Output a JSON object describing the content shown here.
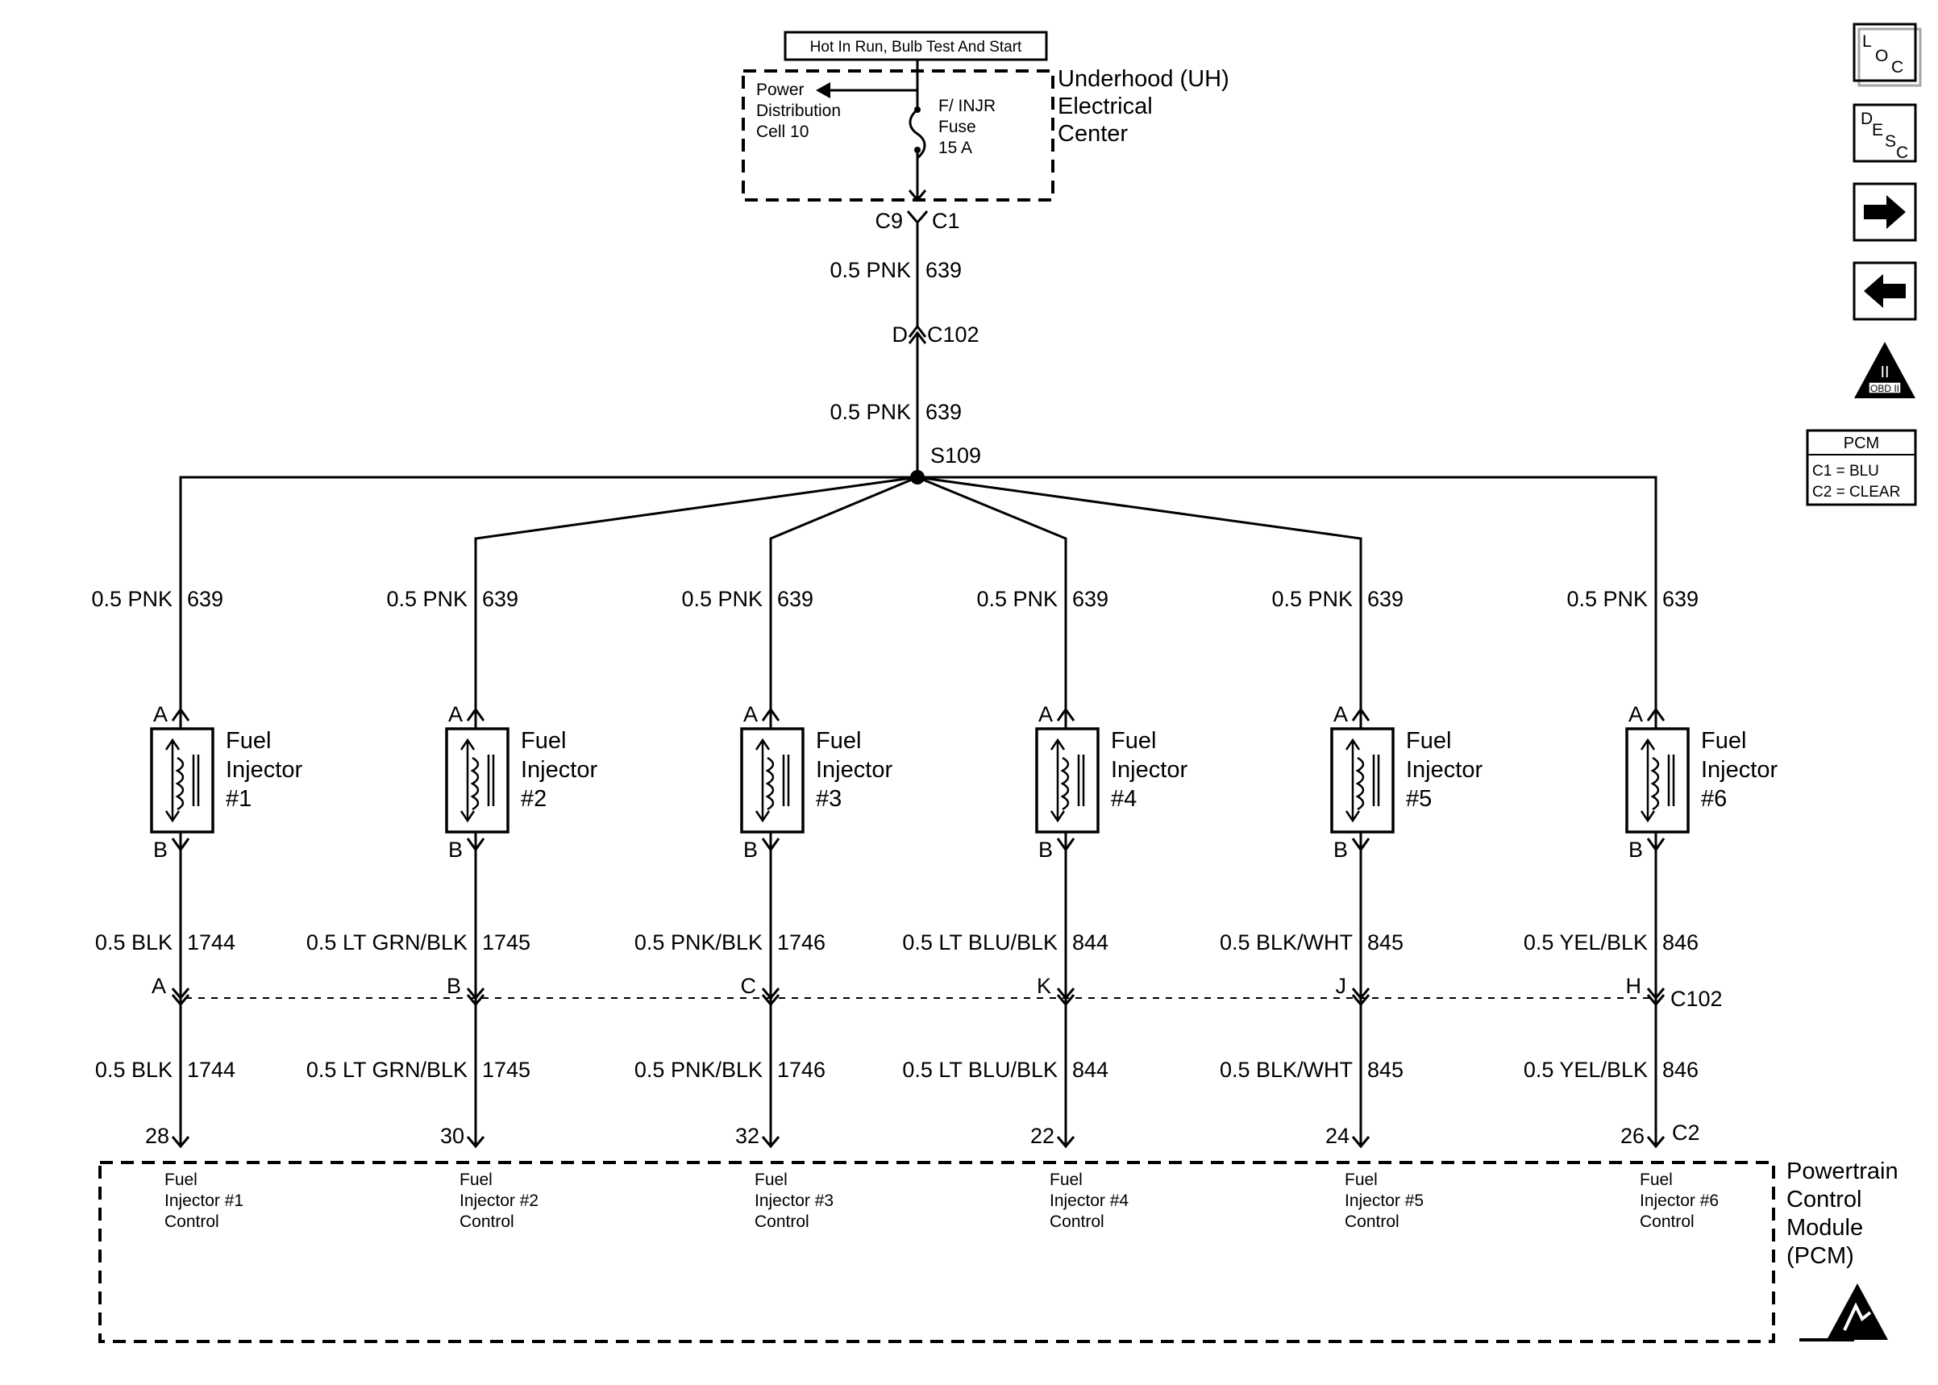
{
  "power_source": {
    "header_label": "Hot In Run, Bulb Test And Start",
    "pdc_lines": [
      "Power",
      "Distribution",
      "Cell 10"
    ],
    "fuse_lines": [
      "F/ INJR",
      "Fuse",
      "15 A"
    ],
    "uhec_lines": [
      "Underhood (UH)",
      "Electrical",
      "Center"
    ],
    "conn_left": "C9",
    "conn_right": "C1"
  },
  "feed": {
    "wire_upper": {
      "gauge_color": "0.5 PNK",
      "circuit": "639"
    },
    "c102_pin": "D",
    "c102_label": "C102",
    "wire_lower": {
      "gauge_color": "0.5 PNK",
      "circuit": "639"
    },
    "splice": "S109"
  },
  "injectors": [
    {
      "label_lines": [
        "Fuel",
        "Injector",
        "#1"
      ],
      "feed_wire": "0.5 PNK",
      "feed_circuit": "639",
      "pin_a": "A",
      "pin_b": "B",
      "ctrl_wire": "0.5 BLK",
      "ctrl_circuit": "1744",
      "c102_pin": "A",
      "pcm_pin": "28",
      "pcm_label_lines": [
        "Fuel",
        "Injector #1",
        "Control"
      ]
    },
    {
      "label_lines": [
        "Fuel",
        "Injector",
        "#2"
      ],
      "feed_wire": "0.5 PNK",
      "feed_circuit": "639",
      "pin_a": "A",
      "pin_b": "B",
      "ctrl_wire": "0.5 LT GRN/BLK",
      "ctrl_circuit": "1745",
      "c102_pin": "B",
      "pcm_pin": "30",
      "pcm_label_lines": [
        "Fuel",
        "Injector #2",
        "Control"
      ]
    },
    {
      "label_lines": [
        "Fuel",
        "Injector",
        "#3"
      ],
      "feed_wire": "0.5 PNK",
      "feed_circuit": "639",
      "pin_a": "A",
      "pin_b": "B",
      "ctrl_wire": "0.5 PNK/BLK",
      "ctrl_circuit": "1746",
      "c102_pin": "C",
      "pcm_pin": "32",
      "pcm_label_lines": [
        "Fuel",
        "Injector #3",
        "Control"
      ]
    },
    {
      "label_lines": [
        "Fuel",
        "Injector",
        "#4"
      ],
      "feed_wire": "0.5 PNK",
      "feed_circuit": "639",
      "pin_a": "A",
      "pin_b": "B",
      "ctrl_wire": "0.5 LT BLU/BLK",
      "ctrl_circuit": "844",
      "c102_pin": "K",
      "pcm_pin": "22",
      "pcm_label_lines": [
        "Fuel",
        "Injector #4",
        "Control"
      ]
    },
    {
      "label_lines": [
        "Fuel",
        "Injector",
        "#5"
      ],
      "feed_wire": "0.5 PNK",
      "feed_circuit": "639",
      "pin_a": "A",
      "pin_b": "B",
      "ctrl_wire": "0.5 BLK/WHT",
      "ctrl_circuit": "845",
      "c102_pin": "J",
      "pcm_pin": "24",
      "pcm_label_lines": [
        "Fuel",
        "Injector #5",
        "Control"
      ]
    },
    {
      "label_lines": [
        "Fuel",
        "Injector",
        "#6"
      ],
      "feed_wire": "0.5 PNK",
      "feed_circuit": "639",
      "pin_a": "A",
      "pin_b": "B",
      "ctrl_wire": "0.5 YEL/BLK",
      "ctrl_circuit": "846",
      "c102_pin": "H",
      "pcm_pin": "26",
      "pcm_label_lines": [
        "Fuel",
        "Injector #6",
        "Control"
      ]
    }
  ],
  "c102_label": "C102",
  "pcm_connector": "C2",
  "pcm_lines": [
    "Powertrain",
    "Control",
    "Module",
    "(PCM)"
  ],
  "side_panel": {
    "loc": {
      "l": "L",
      "o": "O",
      "c": "C"
    },
    "desc": {
      "d": "D",
      "e": "E",
      "s": "S",
      "c": "C"
    },
    "obd_label": "OBD II",
    "obd_roman": "II",
    "pcm_box_title": "PCM",
    "pcm_box_lines": [
      "C1 = BLU",
      "C2 = CLEAR"
    ]
  }
}
